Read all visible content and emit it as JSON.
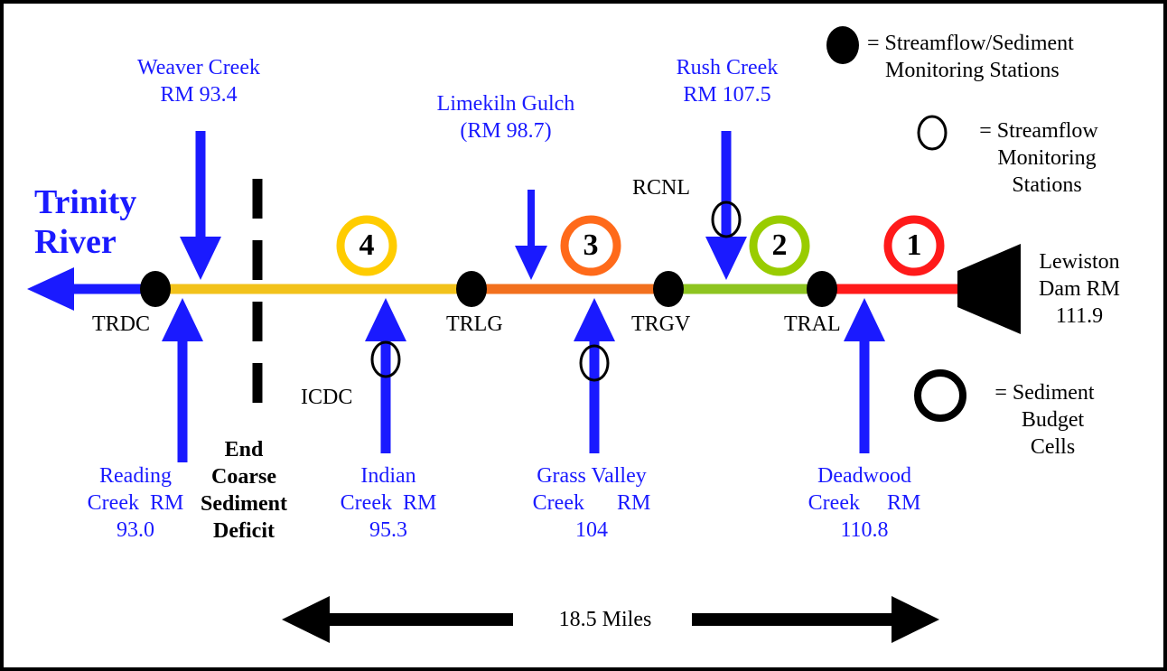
{
  "title": {
    "line1": "Trinity",
    "line2": "River"
  },
  "tributaries": {
    "weaver": {
      "name": "Weaver Creek",
      "rm": "RM 93.4"
    },
    "limekiln": {
      "name": "Limekiln Gulch",
      "rm": "(RM 98.7)"
    },
    "rush": {
      "name": "Rush Creek",
      "rm": "RM 107.5"
    },
    "reading": {
      "line1": "Reading",
      "line2": "Creek  RM",
      "line3": "93.0"
    },
    "indian": {
      "line1": "Indian",
      "line2": "Creek  RM",
      "line3": "95.3"
    },
    "grass_valley": {
      "line1": "Grass Valley",
      "line2": "Creek      RM",
      "line3": "104"
    },
    "deadwood": {
      "line1": "Deadwood",
      "line2": "Creek     RM",
      "line3": "110.8"
    }
  },
  "stations": {
    "trdc": "TRDC",
    "trlg": "TRLG",
    "trgv": "TRGV",
    "tral": "TRAL",
    "icdc": "ICDC",
    "rcnl": "RCNL"
  },
  "cells": [
    {
      "num": "1",
      "color": "#ff1a1a"
    },
    {
      "num": "2",
      "color": "#99cc00"
    },
    {
      "num": "3",
      "color": "#ff6a1a"
    },
    {
      "num": "4",
      "color": "#ffcc00"
    }
  ],
  "segment_colors": {
    "downstream": "#f2c21b",
    "cell3": "#f2701e",
    "cell2": "#8ec420",
    "cell1": "#ff1a1a",
    "tributary_arrow": "#1a1aff"
  },
  "dam": {
    "line1": "Lewiston",
    "line2": "Dam RM",
    "line3": "111.9"
  },
  "end_deficit": {
    "line1": "End",
    "line2": "Coarse",
    "line3": "Sediment",
    "line4": "Deficit"
  },
  "legend": {
    "filled": {
      "line1": "= Streamflow/Sediment",
      "line2": "Monitoring Stations"
    },
    "open_small": {
      "line1": "= Streamflow",
      "line2": "Monitoring",
      "line3": "Stations"
    },
    "open_bold": {
      "line1": "= Sediment",
      "line2": "Budget",
      "line3": "Cells"
    }
  },
  "distance": "18.5 Miles"
}
